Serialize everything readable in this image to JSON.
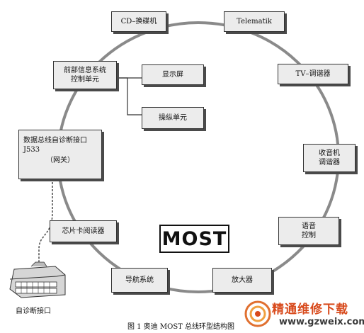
{
  "diagram": {
    "nodes": {
      "cd_changer": "CD–换碟机",
      "telematik": "Telematik",
      "head_unit_line1": "前部信息系统",
      "head_unit_line2": "控制单元",
      "display": "显示屏",
      "tv_tuner": "TV–调谐器",
      "control_unit": "操纵单元",
      "gateway_line1": "数据总线自诊断接口",
      "gateway_line2": "J533",
      "gateway_line3": "（网关）",
      "radio_line1": "收音机",
      "radio_line2": "调谐器",
      "card_reader": "芯片卡阅读器",
      "voice_line1": "语音",
      "voice_line2": "控制",
      "navigation": "导航系统",
      "amplifier": "放大器",
      "diag_port": "自诊断接口"
    },
    "logo": "MOST",
    "caption": "图 1   奥迪 MOST 总线环型结构图"
  },
  "watermark": {
    "title": "精通维修下载",
    "url": "www.gzweix.com"
  }
}
